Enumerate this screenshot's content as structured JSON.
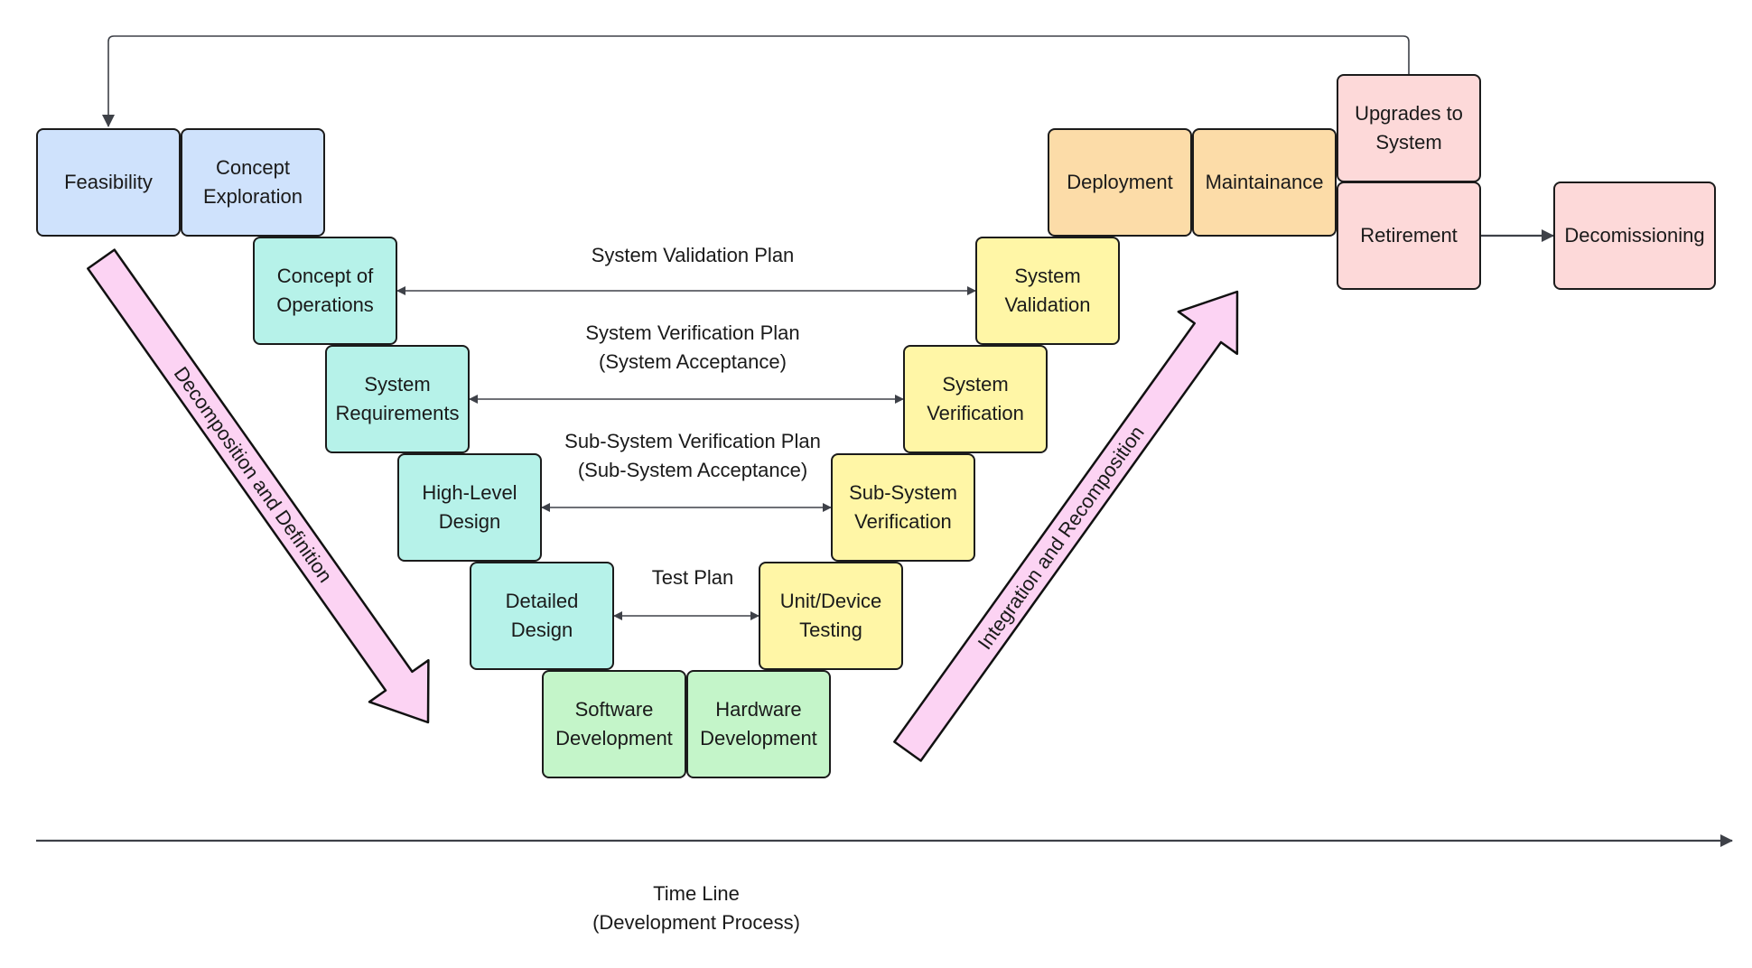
{
  "diagram": {
    "type": "V-Model systems engineering lifecycle",
    "colors": {
      "blue": "#cfe2fc",
      "teal": "#b6f2e9",
      "green": "#c4f5c9",
      "yellow": "#fff6a6",
      "orange": "#fcdca8",
      "red": "#fdd9d9",
      "arrow_pink": "#fcd3f3",
      "line": "#3e4148",
      "border": "#1b1b1b"
    },
    "nodes": [
      {
        "id": "feasibility",
        "lines": [
          "Feasibility"
        ],
        "color": "blue"
      },
      {
        "id": "concept-exploration",
        "lines": [
          "Concept",
          "Exploration"
        ],
        "color": "blue"
      },
      {
        "id": "concept-of-operations",
        "lines": [
          "Concept of",
          "Operations"
        ],
        "color": "teal"
      },
      {
        "id": "system-requirements",
        "lines": [
          "System",
          "Requirements"
        ],
        "color": "teal"
      },
      {
        "id": "high-level-design",
        "lines": [
          "High-Level",
          "Design"
        ],
        "color": "teal"
      },
      {
        "id": "detailed-design",
        "lines": [
          "Detailed",
          "Design"
        ],
        "color": "teal"
      },
      {
        "id": "software-development",
        "lines": [
          "Software",
          "Development"
        ],
        "color": "green"
      },
      {
        "id": "hardware-development",
        "lines": [
          "Hardware",
          "Development"
        ],
        "color": "green"
      },
      {
        "id": "unit-device-testing",
        "lines": [
          "Unit/Device",
          "Testing"
        ],
        "color": "yellow"
      },
      {
        "id": "sub-system-verification",
        "lines": [
          "Sub-System",
          "Verification"
        ],
        "color": "yellow"
      },
      {
        "id": "system-verification",
        "lines": [
          "System",
          "Verification"
        ],
        "color": "yellow"
      },
      {
        "id": "system-validation",
        "lines": [
          "System",
          "Validation"
        ],
        "color": "yellow"
      },
      {
        "id": "deployment",
        "lines": [
          "Deployment"
        ],
        "color": "orange"
      },
      {
        "id": "maintainance",
        "lines": [
          "Maintainance"
        ],
        "color": "orange"
      },
      {
        "id": "upgrades-to-system",
        "lines": [
          "Upgrades to",
          "System"
        ],
        "color": "red"
      },
      {
        "id": "retirement",
        "lines": [
          "Retirement"
        ],
        "color": "red"
      },
      {
        "id": "decomissioning",
        "lines": [
          "Decomissioning"
        ],
        "color": "red"
      }
    ],
    "plans": [
      {
        "id": "system-validation-plan",
        "lines": [
          "System Validation Plan"
        ],
        "from": "concept-of-operations",
        "to": "system-validation"
      },
      {
        "id": "system-verification-plan",
        "lines": [
          "System Verification Plan",
          "(System Acceptance)"
        ],
        "from": "system-requirements",
        "to": "system-verification"
      },
      {
        "id": "sub-system-verification-plan",
        "lines": [
          "Sub-System Verification Plan",
          "(Sub-System Acceptance)"
        ],
        "from": "high-level-design",
        "to": "sub-system-verification"
      },
      {
        "id": "test-plan",
        "lines": [
          "Test Plan"
        ],
        "from": "detailed-design",
        "to": "unit-device-testing"
      }
    ],
    "flows": [
      {
        "from": "retirement",
        "to": "decomissioning"
      },
      {
        "from": "upgrades-to-system",
        "to": "feasibility",
        "kind": "feedback-loop"
      }
    ],
    "big_arrows": [
      {
        "id": "decomposition-arrow",
        "label": "Decomposition and Definition",
        "direction": "down-right"
      },
      {
        "id": "integration-arrow",
        "label": "Integration and Recomposition",
        "direction": "up-right"
      }
    ],
    "timeline": {
      "label_line1": "Time Line",
      "label_line2": "(Development Process)"
    }
  }
}
